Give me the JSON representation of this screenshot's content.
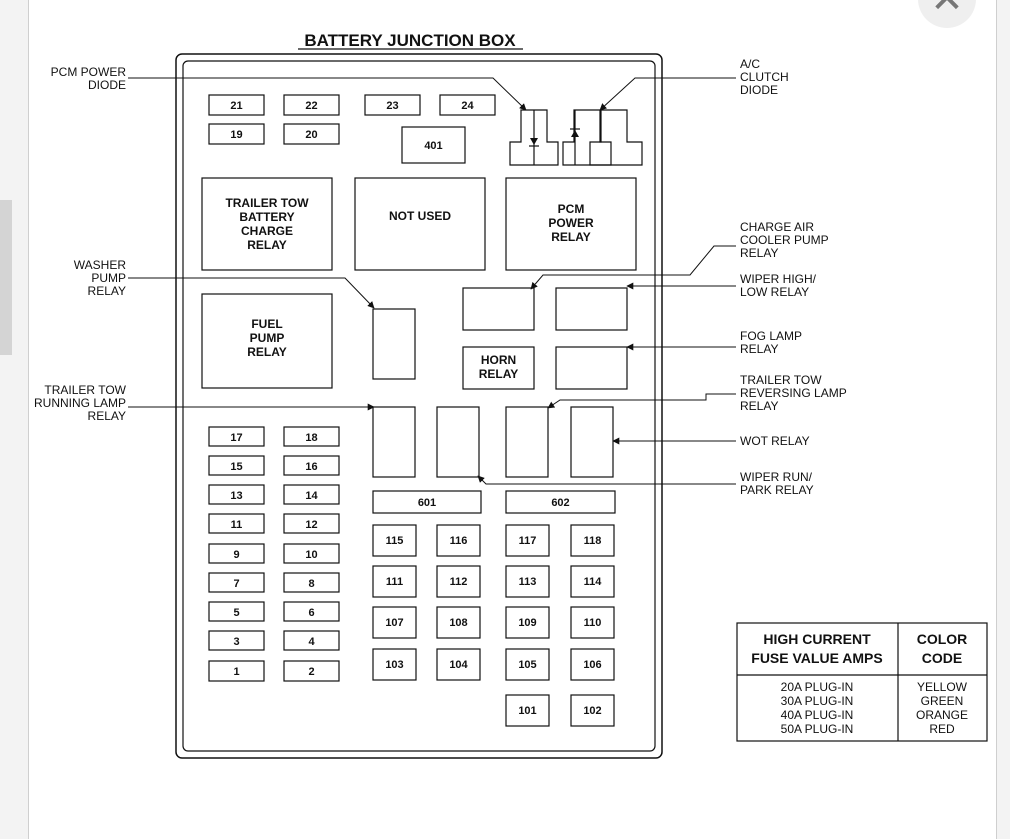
{
  "title": "BATTERY JUNCTION BOX",
  "icons": {
    "close": "close-icon",
    "diode": "diode-icon"
  },
  "mini_fuses": [
    "21",
    "22",
    "23",
    "24",
    "19",
    "20",
    "17",
    "18",
    "15",
    "16",
    "13",
    "14",
    "11",
    "12",
    "9",
    "10",
    "7",
    "8",
    "5",
    "6",
    "3",
    "4",
    "1",
    "2"
  ],
  "maxi_fuses": [
    "115",
    "116",
    "117",
    "118",
    "111",
    "112",
    "113",
    "114",
    "107",
    "108",
    "109",
    "110",
    "103",
    "104",
    "105",
    "106",
    "101",
    "102"
  ],
  "wide_fuses": [
    "401",
    "601",
    "602"
  ],
  "relays": {
    "trailer_tow_battery_charge": [
      "TRAILER TOW",
      "BATTERY",
      "CHARGE",
      "RELAY"
    ],
    "not_used": [
      "NOT USED"
    ],
    "pcm_power": [
      "PCM",
      "POWER",
      "RELAY"
    ],
    "fuel_pump": [
      "FUEL",
      "PUMP",
      "RELAY"
    ],
    "horn": [
      "HORN",
      "RELAY"
    ]
  },
  "callouts": {
    "pcm_power_diode": [
      "PCM POWER",
      "DIODE"
    ],
    "ac_clutch_diode": [
      "A/C",
      "CLUTCH",
      "DIODE"
    ],
    "charge_air_cooler_pump_relay": [
      "CHARGE AIR",
      "COOLER PUMP",
      "RELAY"
    ],
    "wiper_high_low_relay": [
      "WIPER HIGH/",
      "LOW RELAY"
    ],
    "washer_pump_relay": [
      "WASHER",
      "PUMP",
      "RELAY"
    ],
    "fog_lamp_relay": [
      "FOG LAMP",
      "RELAY"
    ],
    "trailer_tow_running_lamp_relay": [
      "TRAILER TOW",
      "RUNNING LAMP",
      "RELAY"
    ],
    "trailer_tow_reversing_lamp_relay": [
      "TRAILER TOW",
      "REVERSING LAMP",
      "RELAY"
    ],
    "wot_relay": [
      "WOT RELAY"
    ],
    "wiper_run_park_relay": [
      "WIPER RUN/",
      "PARK RELAY"
    ]
  },
  "legend": {
    "header_col1": [
      "HIGH CURRENT",
      "FUSE VALUE AMPS"
    ],
    "header_col2": [
      "COLOR",
      "CODE"
    ],
    "values": [
      "20A PLUG-IN",
      "30A PLUG-IN",
      "40A PLUG-IN",
      "50A PLUG-IN"
    ],
    "colors": [
      "YELLOW",
      "GREEN",
      "ORANGE",
      "RED"
    ]
  }
}
